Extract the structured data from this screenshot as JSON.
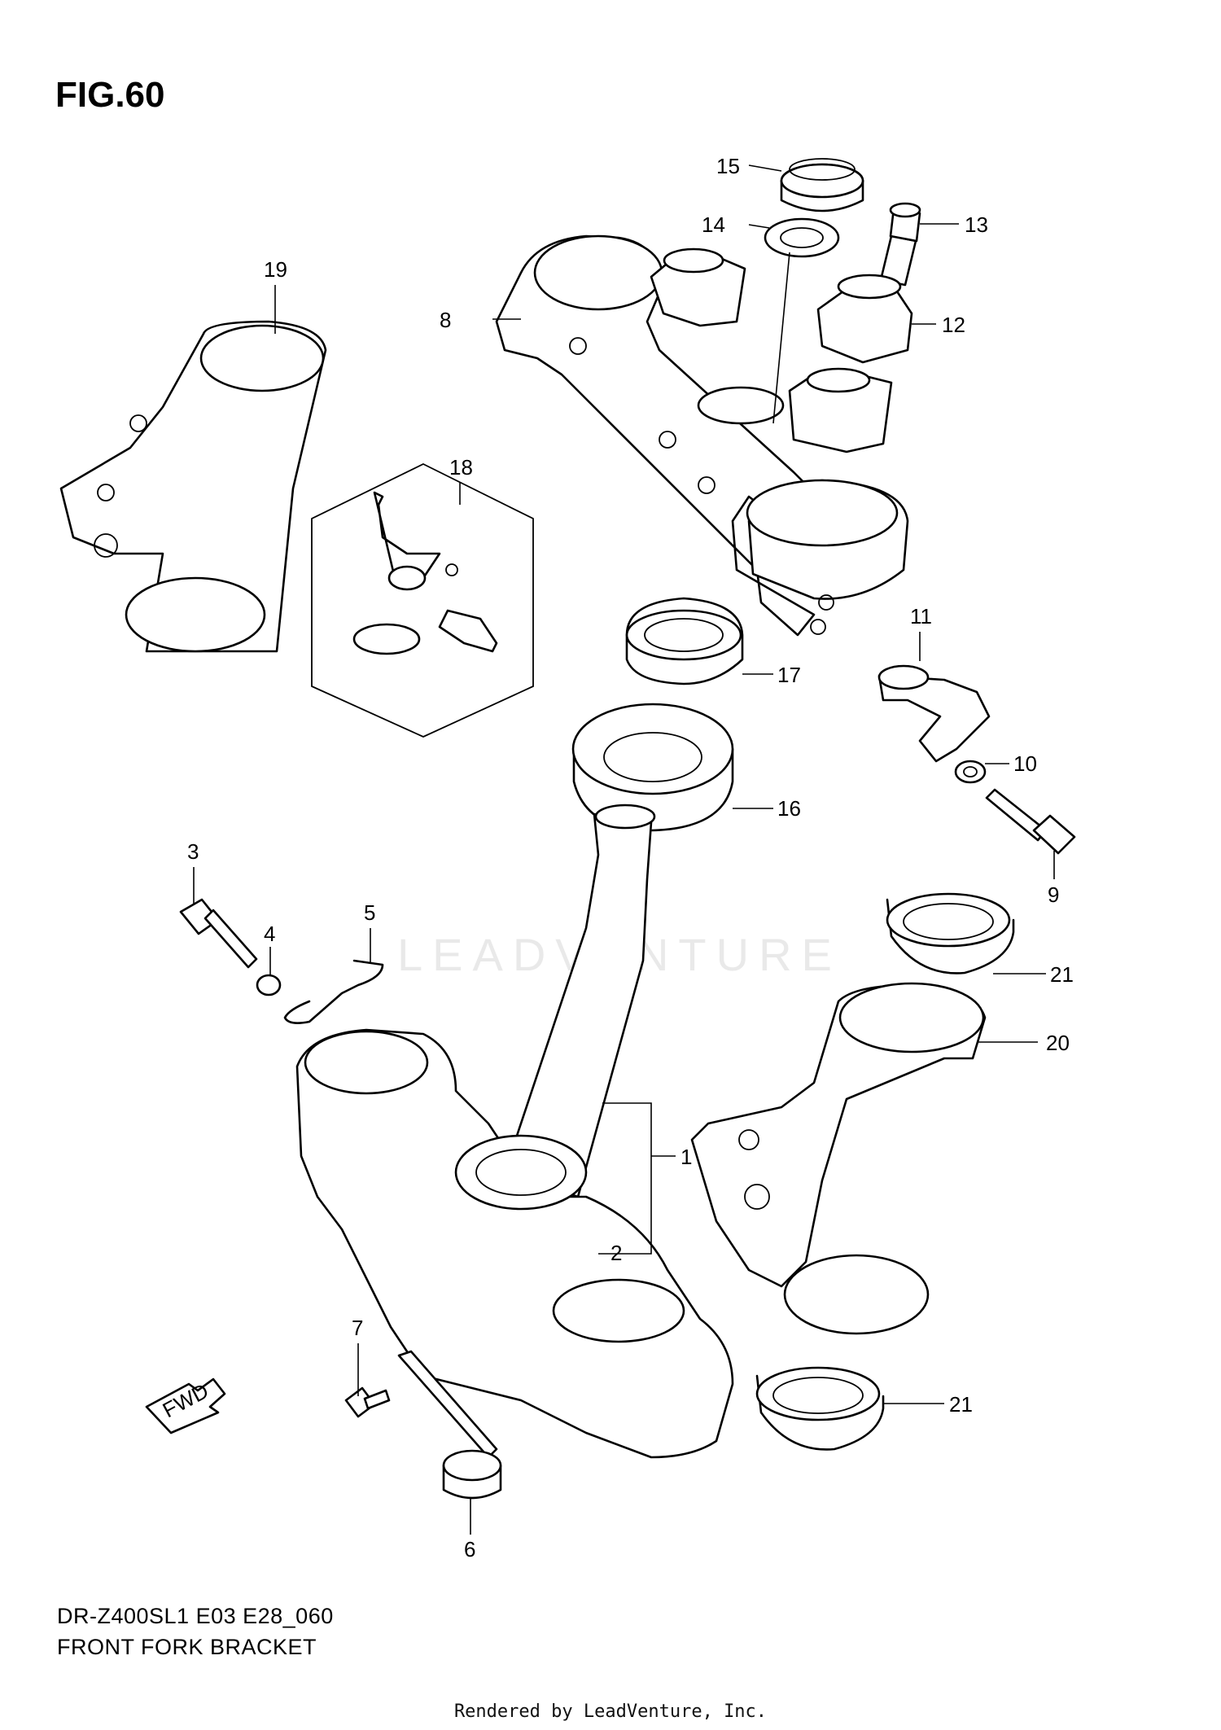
{
  "figure": {
    "title": "FIG.60"
  },
  "watermark": "LEADVENTURE",
  "callouts": [
    {
      "id": "c1",
      "label": "1"
    },
    {
      "id": "c2",
      "label": "2"
    },
    {
      "id": "c3",
      "label": "3"
    },
    {
      "id": "c4",
      "label": "4"
    },
    {
      "id": "c5",
      "label": "5"
    },
    {
      "id": "c6",
      "label": "6"
    },
    {
      "id": "c7",
      "label": "7"
    },
    {
      "id": "c8",
      "label": "8"
    },
    {
      "id": "c9",
      "label": "9"
    },
    {
      "id": "c10",
      "label": "10"
    },
    {
      "id": "c11",
      "label": "11"
    },
    {
      "id": "c12",
      "label": "12"
    },
    {
      "id": "c13",
      "label": "13"
    },
    {
      "id": "c14",
      "label": "14"
    },
    {
      "id": "c15",
      "label": "15"
    },
    {
      "id": "c16",
      "label": "16"
    },
    {
      "id": "c17",
      "label": "17"
    },
    {
      "id": "c18",
      "label": "18"
    },
    {
      "id": "c19",
      "label": "19"
    },
    {
      "id": "c20",
      "label": "20"
    },
    {
      "id": "c21a",
      "label": "21"
    },
    {
      "id": "c21b",
      "label": "21"
    }
  ],
  "fwd_arrow": {
    "label": "FWD"
  },
  "footer": {
    "model_code": "DR-Z400SL1 E03 E28_060",
    "caption": "FRONT FORK BRACKET",
    "credit": "Rendered by LeadVenture, Inc."
  }
}
